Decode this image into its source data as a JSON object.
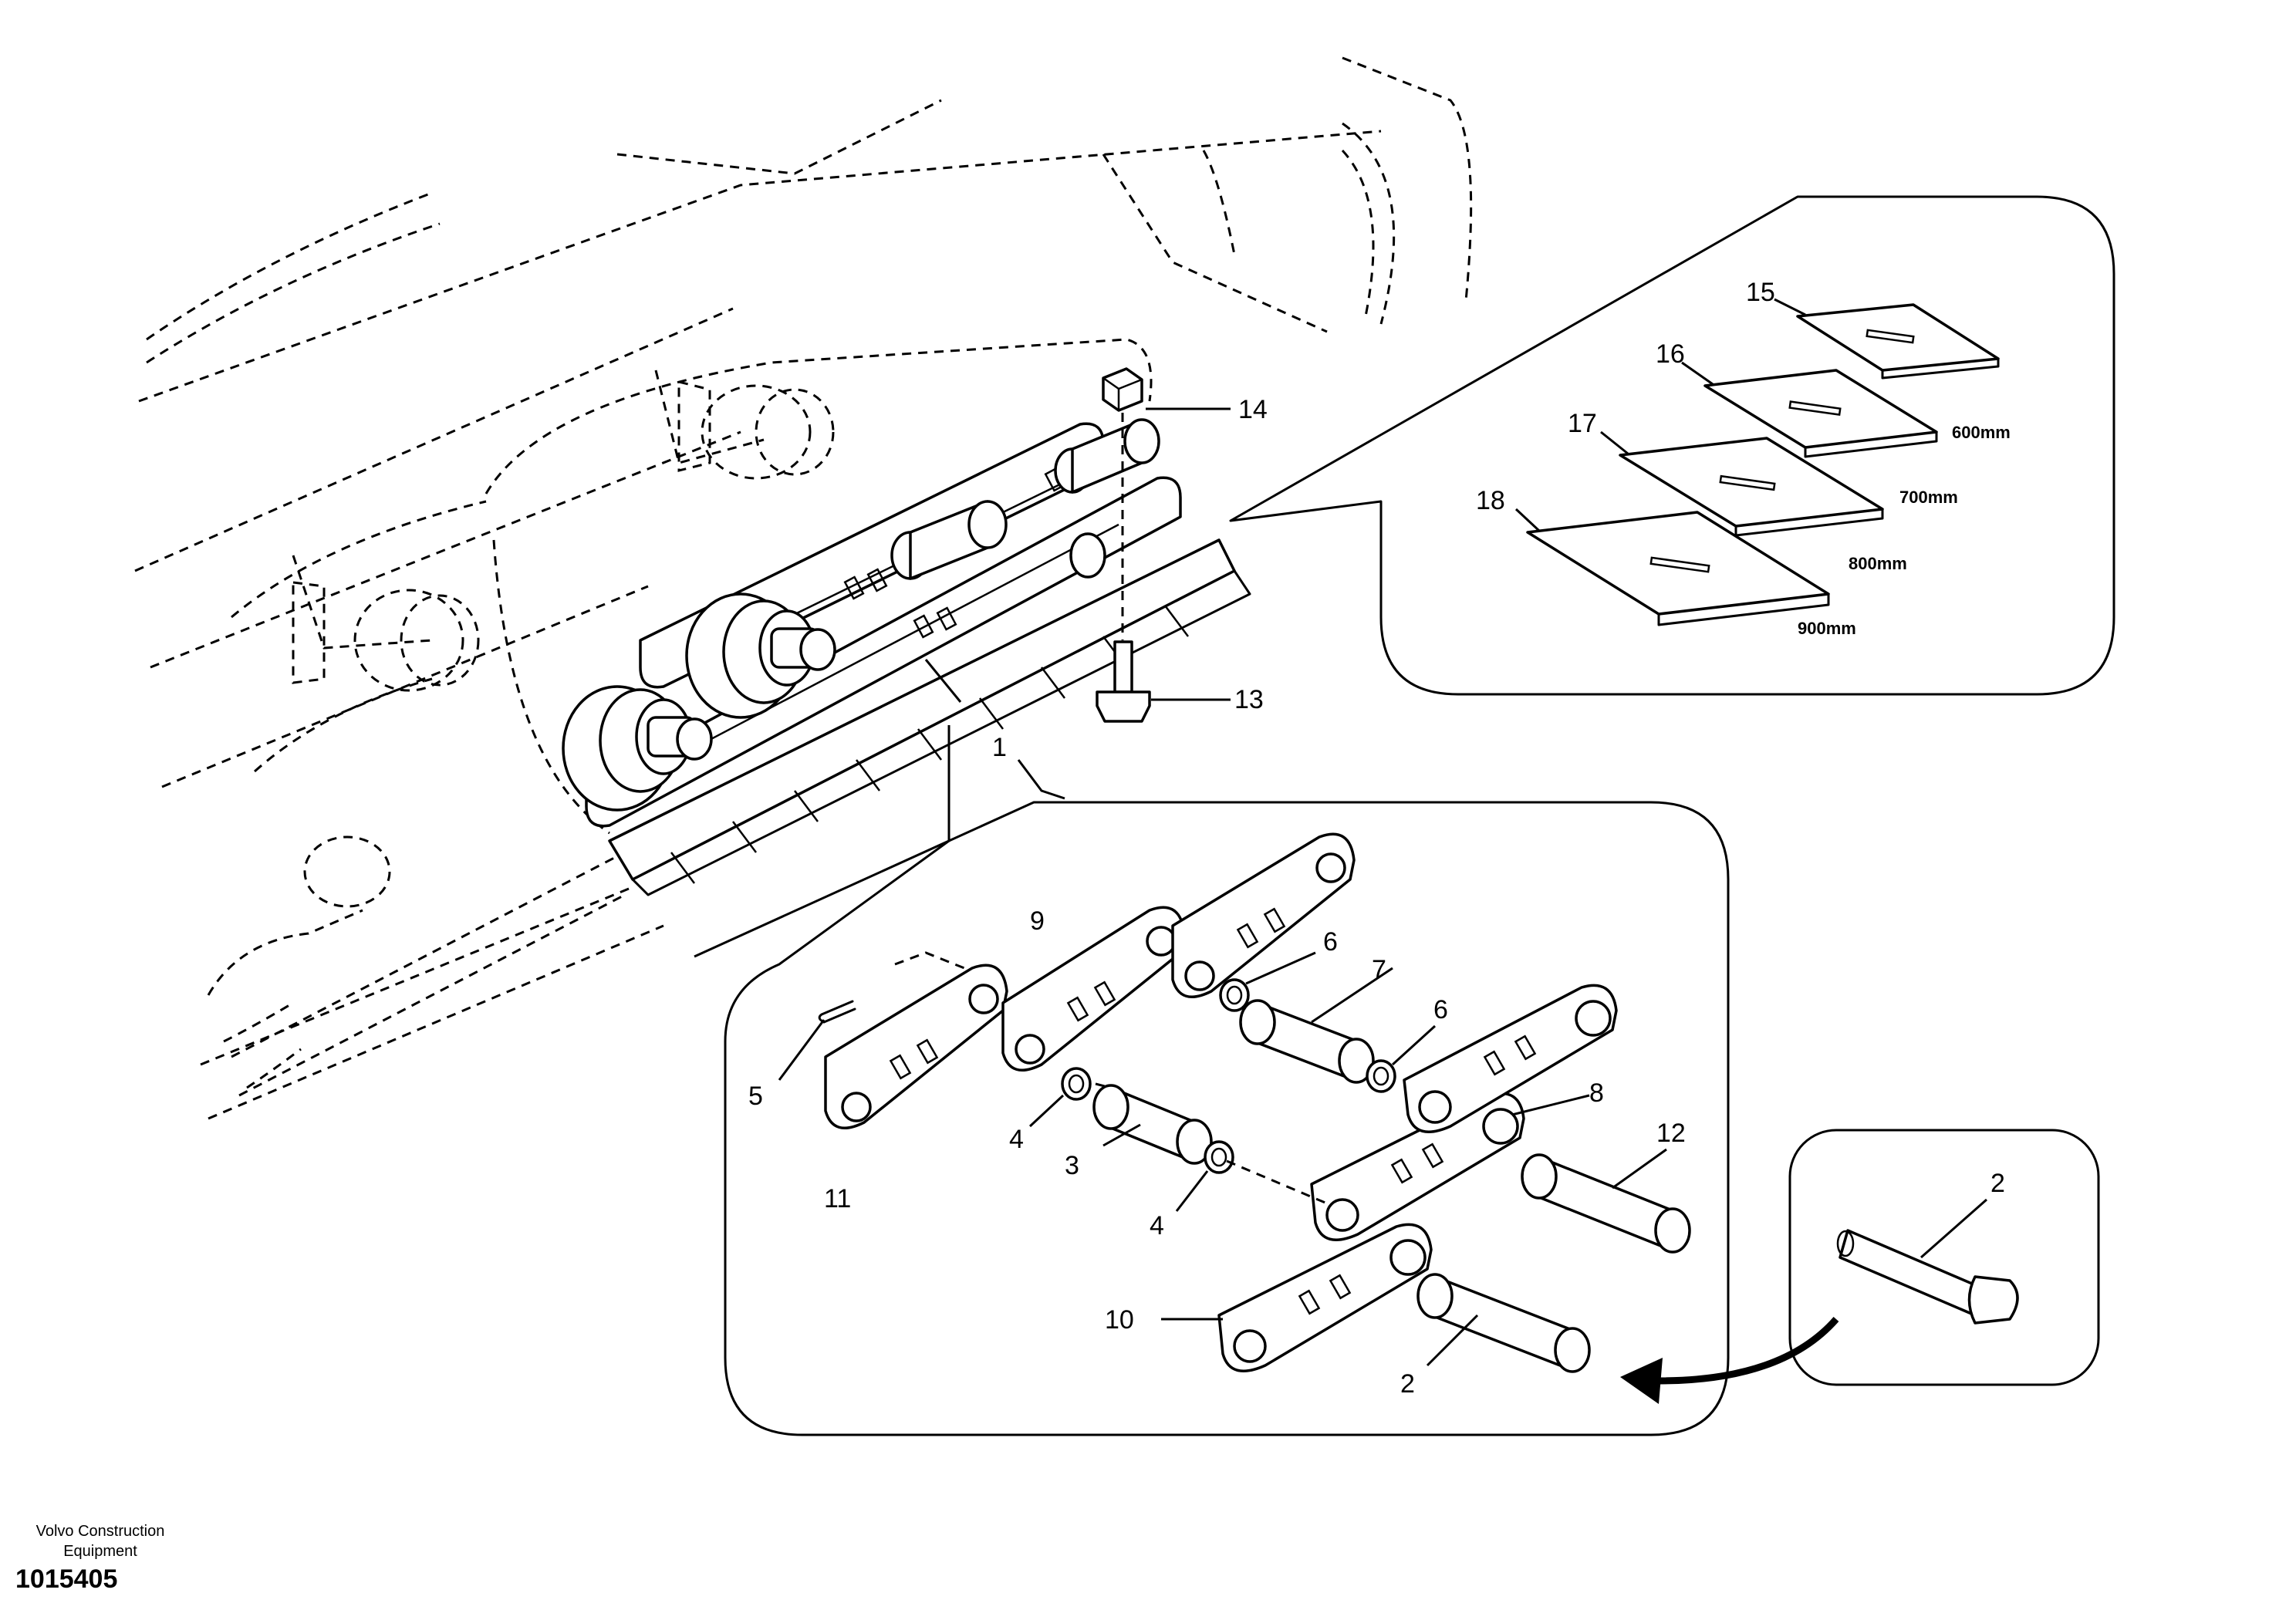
{
  "footer": {
    "company_line1": "Volvo Construction",
    "company_line2": "Equipment",
    "drawing_number": "1015405"
  },
  "callouts": {
    "c1": "1",
    "c2a": "2",
    "c2b": "2",
    "c3": "3",
    "c4a": "4",
    "c4b": "4",
    "c5": "5",
    "c6a": "6",
    "c6b": "6",
    "c7": "7",
    "c8": "8",
    "c9": "9",
    "c10": "10",
    "c11": "11",
    "c12": "12",
    "c13": "13",
    "c14": "14",
    "c15": "15",
    "c16": "16",
    "c17": "17",
    "c18": "18"
  },
  "shoe_widths": {
    "w15": "600mm",
    "w16": "700mm",
    "w17": "800mm",
    "w18": "900mm"
  }
}
